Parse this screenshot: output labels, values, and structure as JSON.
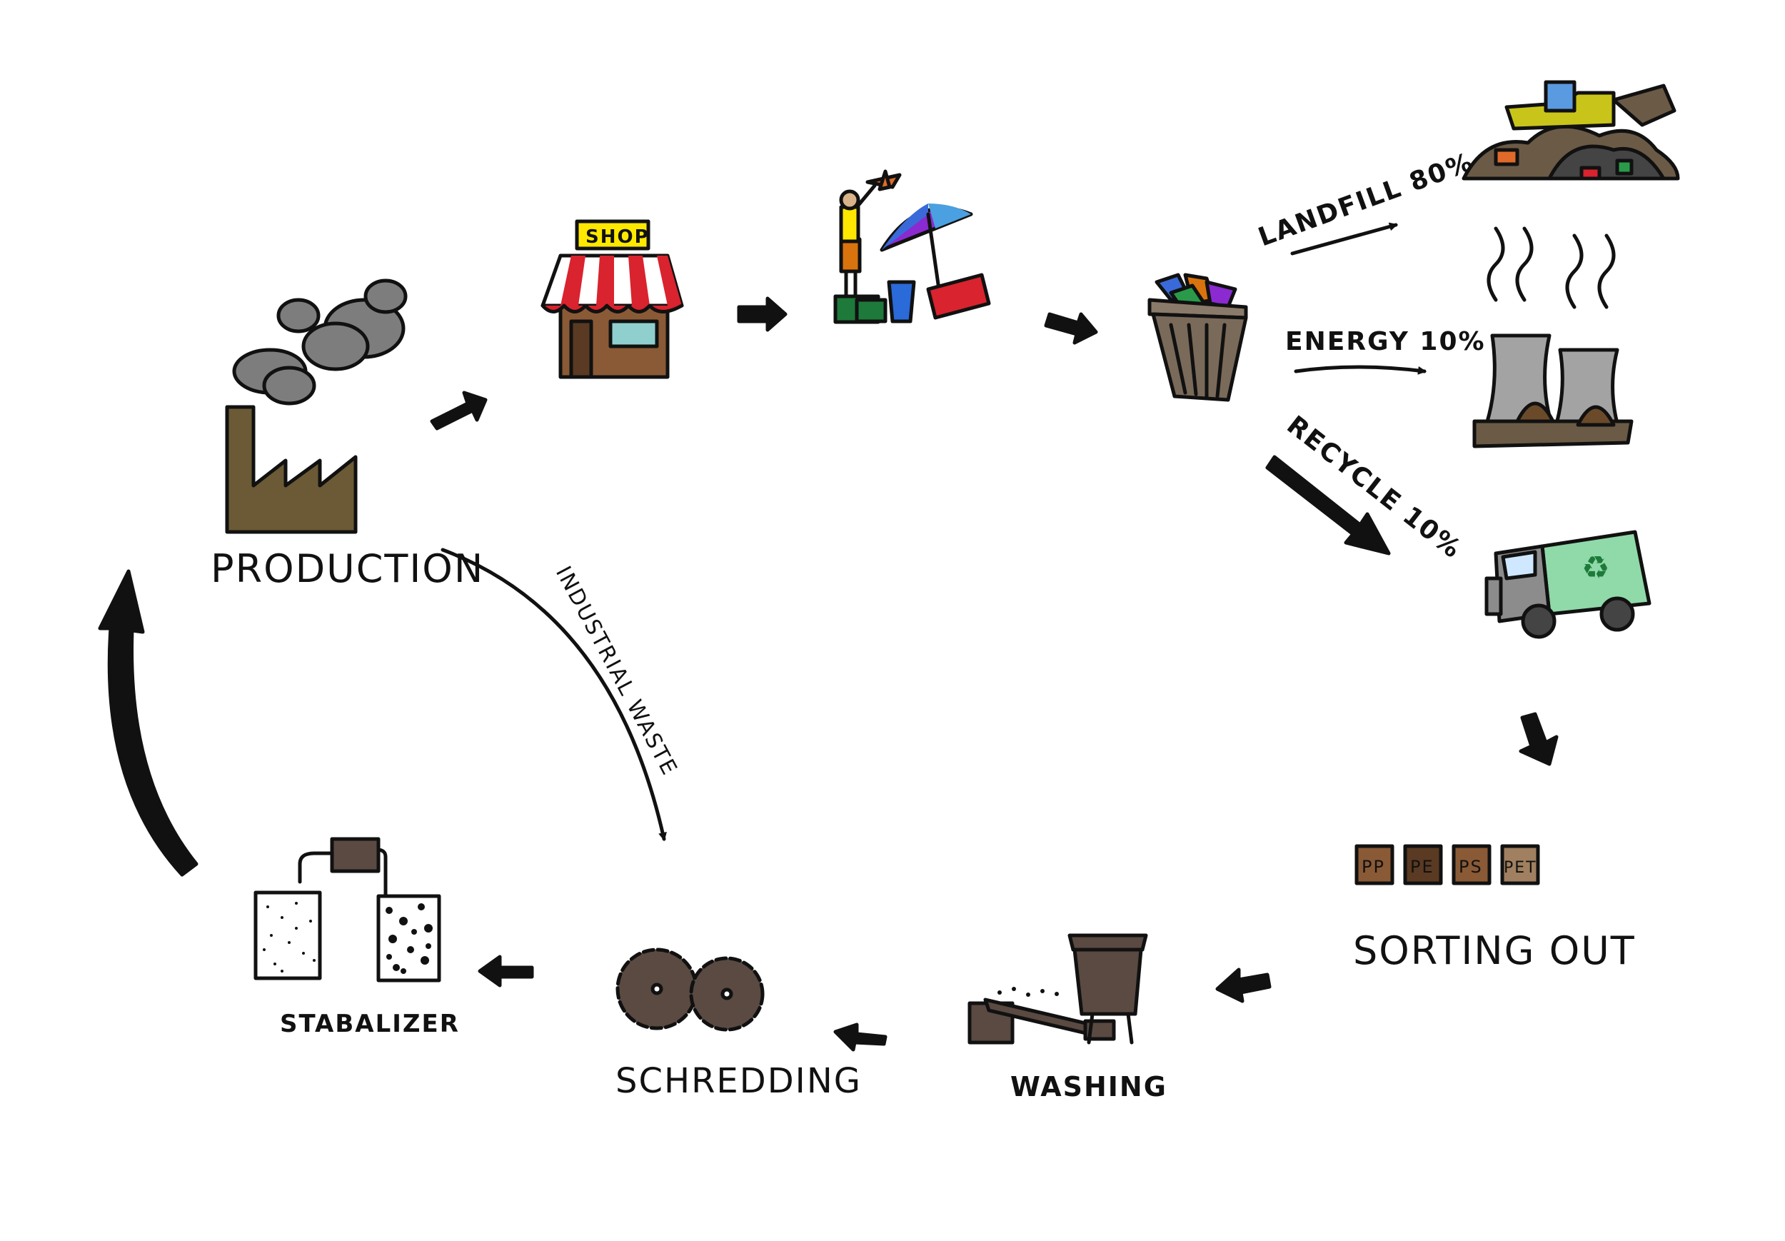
{
  "labels": {
    "production": "PRODUCTION",
    "shop_sign": "SHOP",
    "landfill": "LANDFILL 80%",
    "energy": "ENERGY 10%",
    "recycle": "RECYCLE 10%",
    "sorting": "SORTING OUT",
    "bin_pp": "PP",
    "bin_pe": "PE",
    "bin_ps": "PS",
    "bin_pet": "PET",
    "washing": "WASHING",
    "schredding": "SCHREDDING",
    "stabalizer": "STABALIZER",
    "industrial_waste": "INDUSTRIAL WASTE"
  },
  "colors": {
    "factory_brown": "#6b5a35",
    "smoke_gray": "#7d7d7d",
    "shop_red": "#d9232e",
    "shop_sign_yellow": "#ffe800",
    "shop_wall": "#8a5a36",
    "shop_window": "#8fd0cf",
    "bin_brown": "#7a6a5a",
    "truck_green": "#90d9a8",
    "truck_gray": "#8c8c8c",
    "tower_gray": "#a3a3a3",
    "machine_brown": "#5a4a42",
    "sort_bin_brown": "#8a5a36"
  },
  "icons": [
    "factory-icon",
    "shop-icon",
    "beach-items-icon",
    "trash-can-icon",
    "landfill-icon",
    "power-plant-icon",
    "recycling-truck-icon",
    "sorting-bins-icon",
    "washing-machine-icon",
    "shredder-icon",
    "stabalizer-icon"
  ]
}
